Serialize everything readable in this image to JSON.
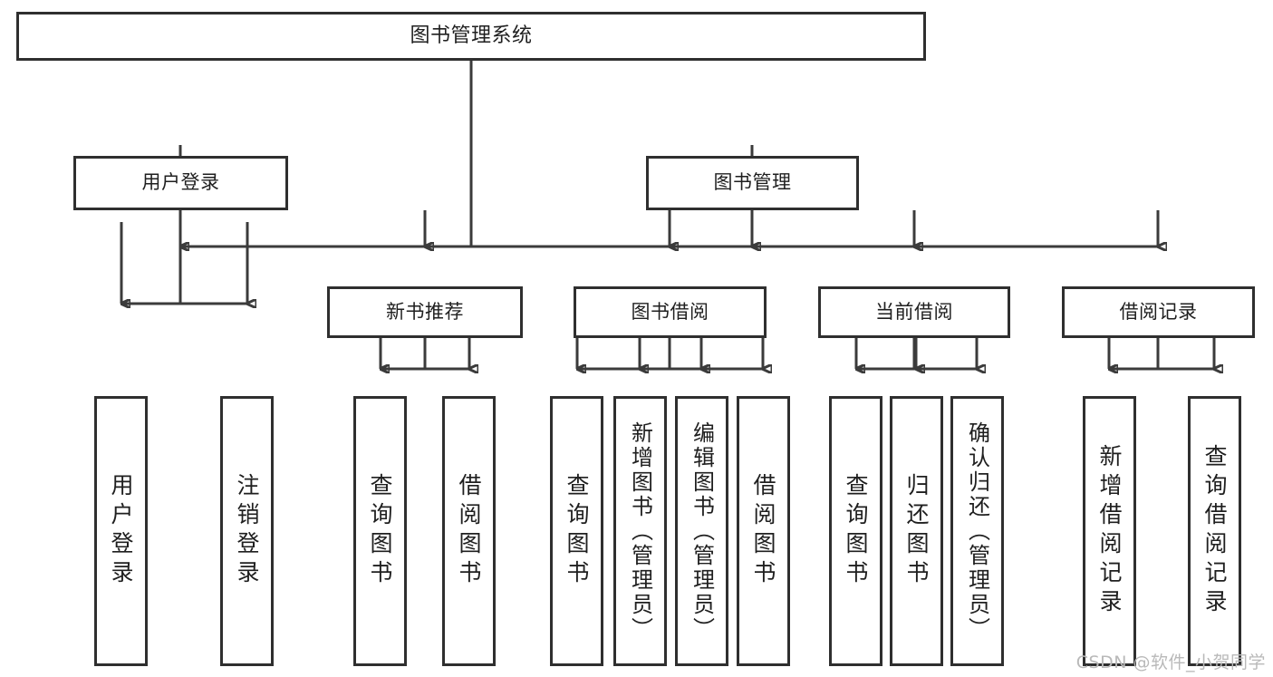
{
  "diagram": {
    "title": "图书管理系统",
    "type": "tree",
    "watermark": "CSDN @软件_小贺同学",
    "colors": {
      "box_border": "#2f2f2f",
      "box_fill": "#ffffff",
      "connector": "#3b3b3b",
      "text": "#1f1f1f",
      "watermark": "#b9b9b9",
      "background": "#ffffff"
    },
    "nodes": {
      "root": {
        "label": "图书管理系统"
      },
      "level2": [
        {
          "label": "用户登录"
        },
        {
          "label": "图书管理"
        }
      ],
      "level3": [
        {
          "label": "新书推荐"
        },
        {
          "label": "图书借阅"
        },
        {
          "label": "当前借阅"
        },
        {
          "label": "借阅记录"
        }
      ],
      "leaves": {
        "user_login": [
          {
            "label": "用户登录"
          },
          {
            "label": "注销登录"
          }
        ],
        "new_book_recommend": [
          {
            "label": "查询图书"
          },
          {
            "label": "借阅图书"
          }
        ],
        "book_borrow": [
          {
            "label": "查询图书"
          },
          {
            "label": "新增图书（管理员）"
          },
          {
            "label": "编辑图书（管理员）"
          },
          {
            "label": "借阅图书"
          }
        ],
        "current_borrow": [
          {
            "label": "查询图书"
          },
          {
            "label": "归还图书"
          },
          {
            "label": "确认归还（管理员）"
          }
        ],
        "borrow_record": [
          {
            "label": "新增借阅记录"
          },
          {
            "label": "查询借阅记录"
          }
        ]
      }
    }
  }
}
